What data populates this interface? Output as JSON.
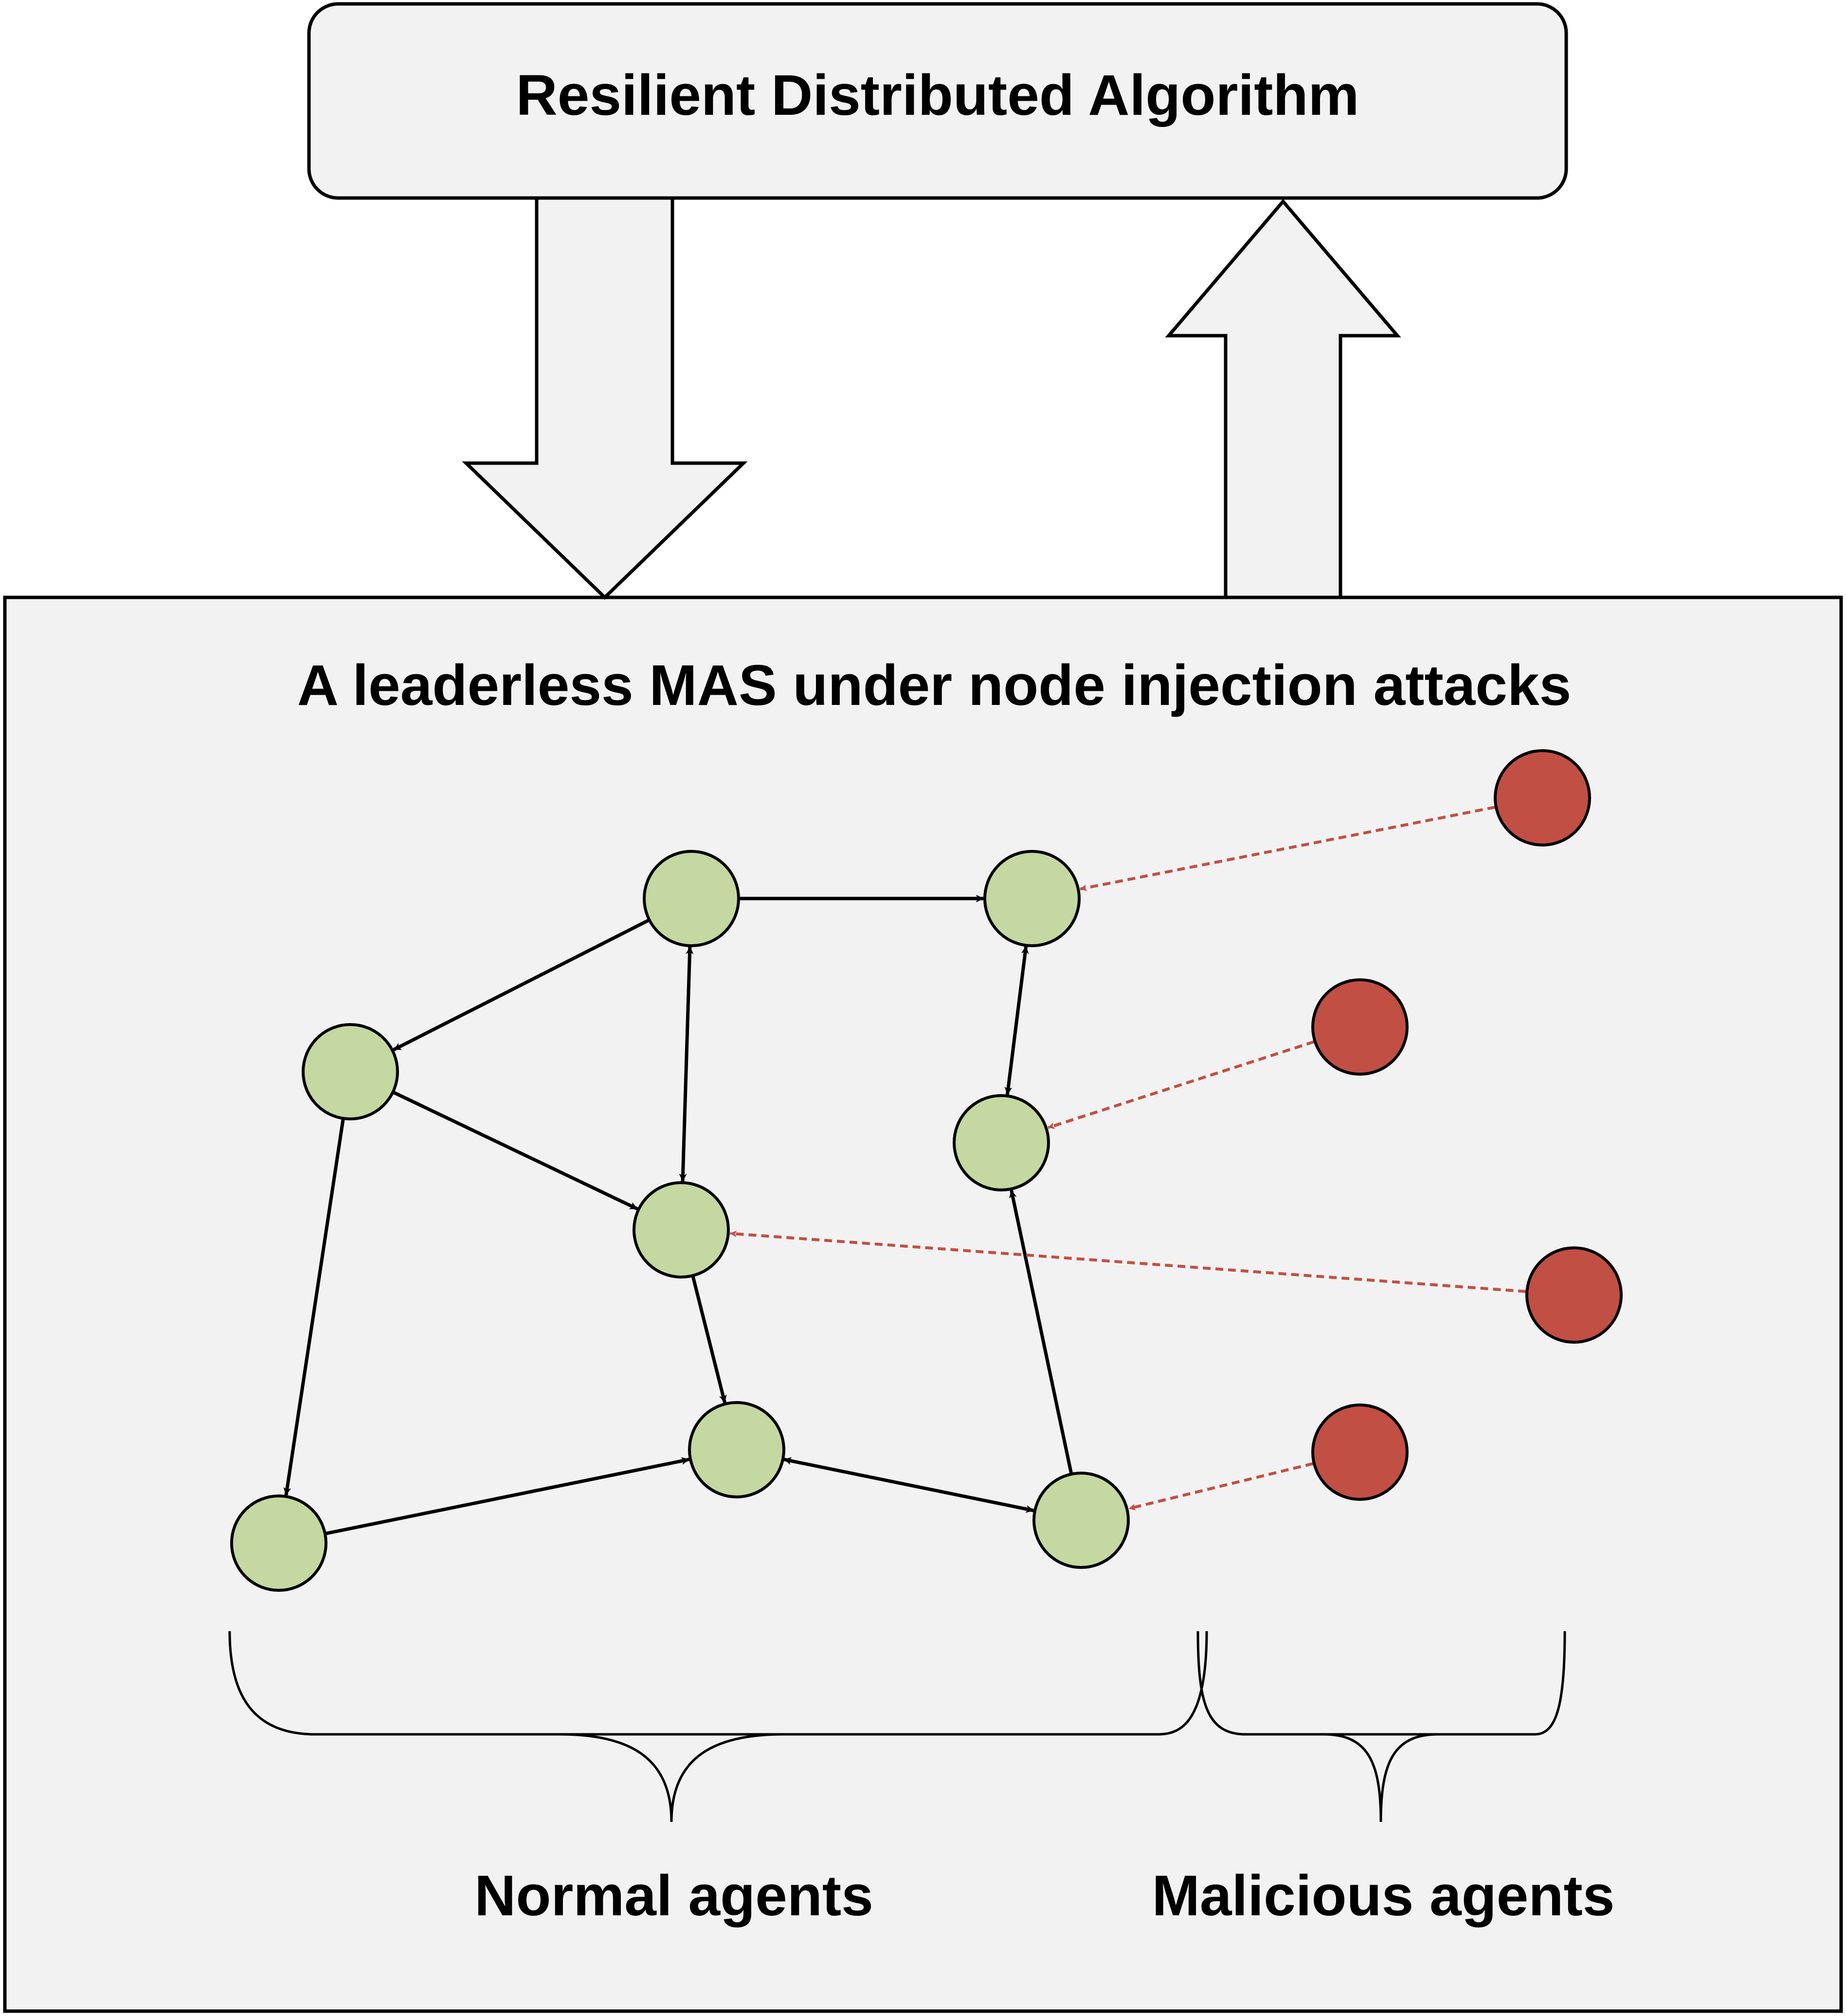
{
  "algorithm_box": {
    "label": "Resilient Distributed Algorithm"
  },
  "system_box": {
    "title": "A leaderless MAS under node injection attacks"
  },
  "groups": {
    "normal_label": "Normal agents",
    "malicious_label": "Malicious agents"
  },
  "colors": {
    "normal_agent": "#c5d8a1",
    "malicious_agent": "#c24f44",
    "attack_link": "#c24f44",
    "panel_fill": "#f2f2f2",
    "stroke": "#000000"
  },
  "nodes": {
    "normal": [
      "n1",
      "n2",
      "n3",
      "n4",
      "n5",
      "n6",
      "n7",
      "n8",
      "n9"
    ],
    "malicious": [
      "m1",
      "m2",
      "m3",
      "m4"
    ]
  },
  "edges": [
    {
      "from": "n1",
      "to": "n2",
      "type": "directed"
    },
    {
      "from": "n1",
      "to": "n3",
      "type": "directed"
    },
    {
      "from": "n1",
      "to": "n6",
      "type": "bidirectional"
    },
    {
      "from": "n3",
      "to": "n6",
      "type": "directed"
    },
    {
      "from": "n3",
      "to": "n8",
      "type": "directed"
    },
    {
      "from": "n2",
      "to": "n4",
      "type": "bidirectional"
    },
    {
      "from": "n6",
      "to": "n7",
      "type": "directed"
    },
    {
      "from": "n8",
      "to": "n7",
      "type": "directed"
    },
    {
      "from": "n7",
      "to": "n9",
      "type": "bidirectional"
    },
    {
      "from": "n9",
      "to": "n4",
      "type": "directed"
    }
  ],
  "attacks": [
    {
      "from": "m1",
      "to": "n2"
    },
    {
      "from": "m2",
      "to": "n4"
    },
    {
      "from": "m3",
      "to": "n6"
    },
    {
      "from": "m4",
      "to": "n9"
    }
  ]
}
